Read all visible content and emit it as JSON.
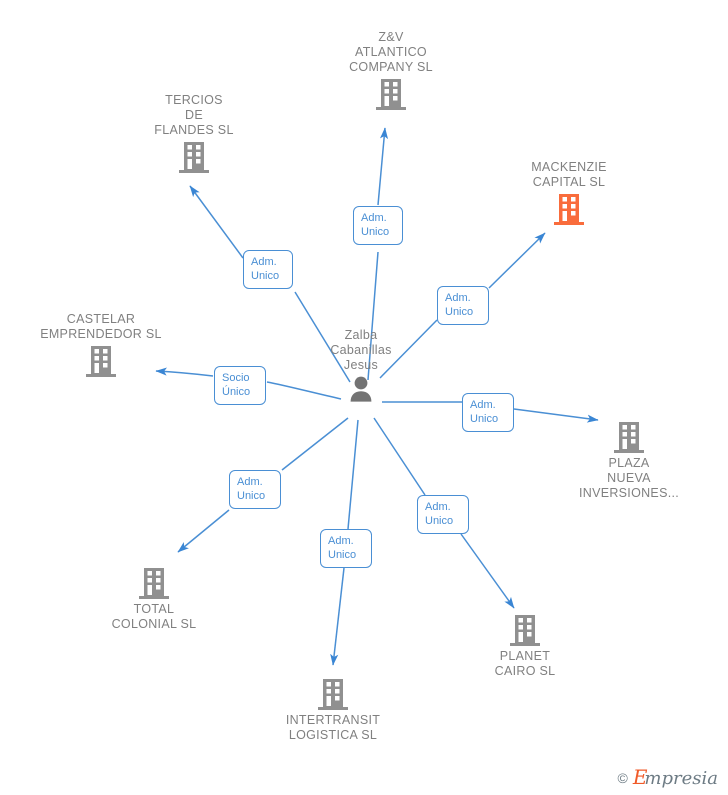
{
  "diagram": {
    "type": "corporate-relationship-graph",
    "center": {
      "id": "center-person",
      "label": "Zalba\nCabanillas\nJesus",
      "icon": "person-icon",
      "color": "#737373"
    },
    "colors": {
      "node_gray": "#909090",
      "node_highlight": "#f96c3c",
      "edge_blue": "#4a8fd4",
      "label_text": "#808080"
    },
    "nodes": [
      {
        "id": "zv-atlantico",
        "label": "Z&V\nATLANTICO\nCOMPANY  SL",
        "icon": "building-icon",
        "highlight": false,
        "label_position": "above"
      },
      {
        "id": "tercios-de-flandes",
        "label": "TERCIOS\nDE\nFLANDES  SL",
        "icon": "building-icon",
        "highlight": false,
        "label_position": "above"
      },
      {
        "id": "mackenzie-capital",
        "label": "MACKENZIE\nCAPITAL  SL",
        "icon": "building-icon",
        "highlight": true,
        "label_position": "above"
      },
      {
        "id": "castelar-emprendedor",
        "label": "CASTELAR\nEMPRENDEDOR SL",
        "icon": "building-icon",
        "highlight": false,
        "label_position": "above"
      },
      {
        "id": "plaza-nueva-inversiones",
        "label": "PLAZA\nNUEVA\nINVERSIONES...",
        "icon": "building-icon",
        "highlight": false,
        "label_position": "below"
      },
      {
        "id": "total-colonial",
        "label": "TOTAL\nCOLONIAL  SL",
        "icon": "building-icon",
        "highlight": false,
        "label_position": "below"
      },
      {
        "id": "intertransit-logistica",
        "label": "INTERTRANSIT\nLOGISTICA  SL",
        "icon": "building-icon",
        "highlight": false,
        "label_position": "below"
      },
      {
        "id": "planet-cairo",
        "label": "PLANET\nCAIRO SL",
        "icon": "building-icon",
        "highlight": false,
        "label_position": "below"
      }
    ],
    "edges": [
      {
        "id": "edge-zv-atlantico",
        "from": "center-person",
        "to": "zv-atlantico",
        "label": "Adm.\nUnico"
      },
      {
        "id": "edge-tercios-de-flandes",
        "from": "center-person",
        "to": "tercios-de-flandes",
        "label": "Adm.\nUnico"
      },
      {
        "id": "edge-mackenzie-capital",
        "from": "center-person",
        "to": "mackenzie-capital",
        "label": "Adm.\nUnico"
      },
      {
        "id": "edge-castelar-emprendedor",
        "from": "center-person",
        "to": "castelar-emprendedor",
        "label": "Socio\nÚnico"
      },
      {
        "id": "edge-plaza-nueva-inversiones",
        "from": "center-person",
        "to": "plaza-nueva-inversiones",
        "label": "Adm.\nUnico"
      },
      {
        "id": "edge-total-colonial",
        "from": "center-person",
        "to": "total-colonial",
        "label": "Adm.\nUnico"
      },
      {
        "id": "edge-intertransit-logistica",
        "from": "center-person",
        "to": "intertransit-logistica",
        "label": "Adm.\nUnico"
      },
      {
        "id": "edge-planet-cairo",
        "from": "center-person",
        "to": "planet-cairo",
        "label": "Adm.\nUnico"
      }
    ]
  },
  "watermark": {
    "copyright": "©",
    "brand_initial": "E",
    "brand_rest": "mpresia"
  }
}
